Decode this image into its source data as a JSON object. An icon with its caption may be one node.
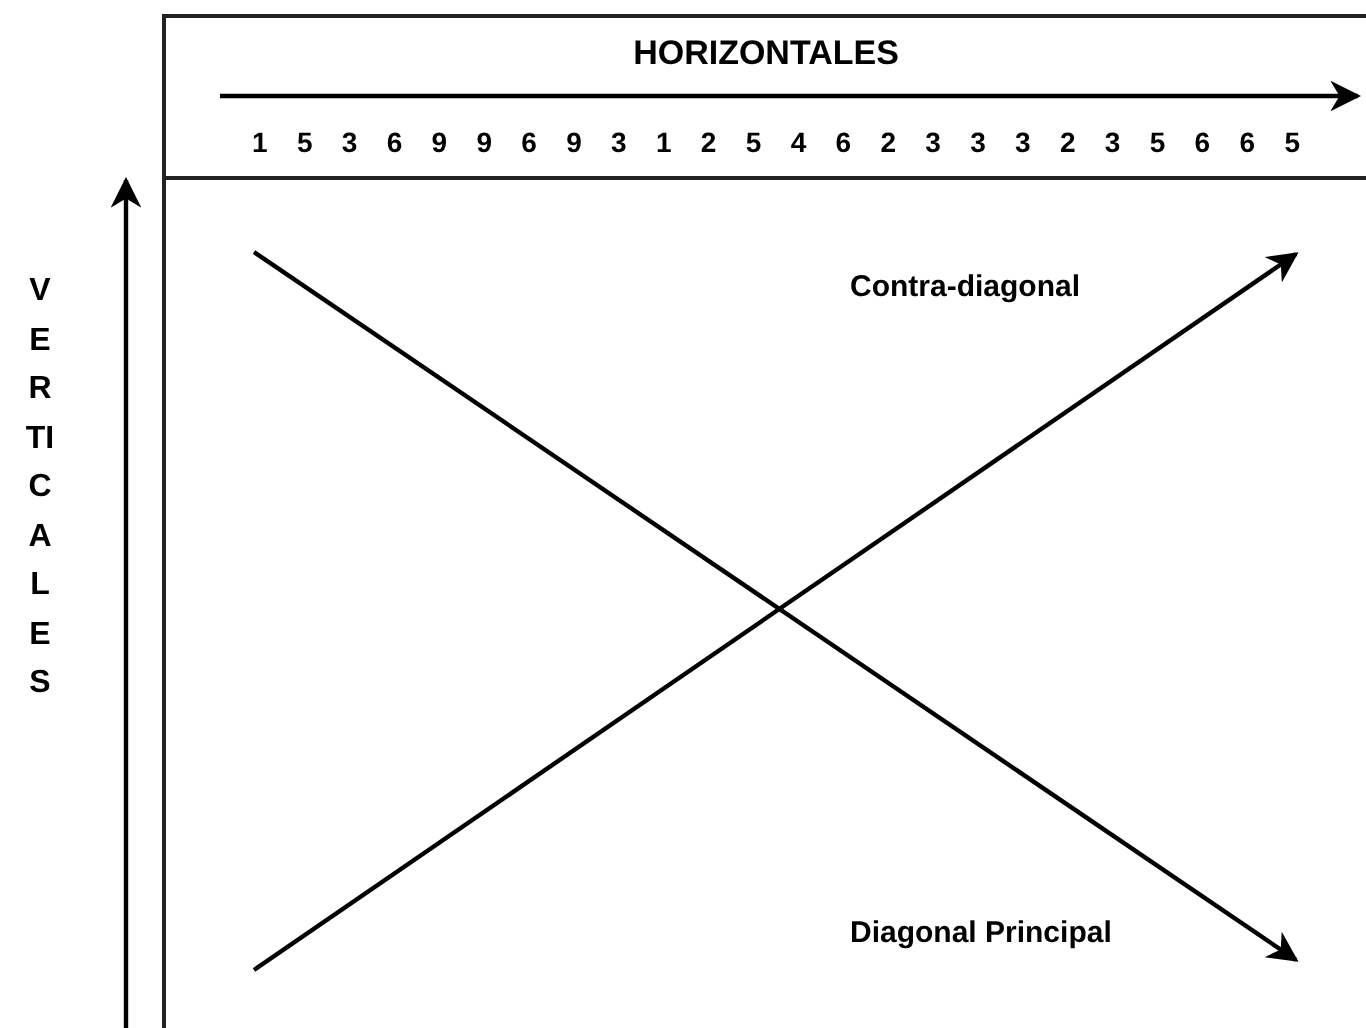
{
  "diagram": {
    "labels": [
      "HORIZONTALES",
      "1 5 3 6 9 9 6 9 3 1 2 5 4 6 2 3 3 3 2 3 5 6 6 5",
      "VERTICALES",
      "Contra-diagonal",
      "Diagonal Principal"
    ]
  }
}
